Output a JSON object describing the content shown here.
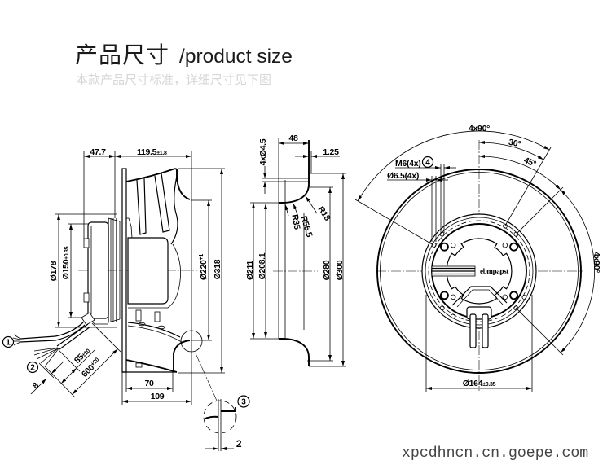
{
  "header": {
    "title_cn": "产品尺寸",
    "title_en": "/product size",
    "subtitle": "本款产品尺寸标准，详细尺寸见下图"
  },
  "side_view": {
    "length_47_7": "47.7",
    "length_119_5": {
      "value": "119.5",
      "tol": "±1.8"
    },
    "dia_178": "Ø178",
    "dia_150": {
      "value": "Ø150",
      "tol": "±0.35"
    },
    "dia_220": {
      "value": "Ø220",
      "tol": "+1"
    },
    "dia_318": "Ø318",
    "cable_strip": {
      "value": "85",
      "tol": "±10"
    },
    "cable_length": {
      "value": "600",
      "tol": "+20"
    },
    "wire_strip": "8",
    "depth_70": "70",
    "depth_109": "109",
    "callouts": [
      "1",
      "2",
      "3"
    ],
    "detail_gap": "2"
  },
  "section_view": {
    "holes": "4xØ4.5",
    "width_48": "48",
    "wall_1_25": "1.25",
    "radius_18": "R18",
    "radius_55_5": "R55.5",
    "radius_35": "R35",
    "dia_211": "Ø211",
    "dia_208_1": "Ø208.1",
    "dia_280": "Ø280",
    "dia_300": "Ø300"
  },
  "front_view": {
    "angle_top": "4x90°",
    "angle_30": "30°",
    "angle_45": "45°",
    "angle_right": "4x90°",
    "thread": "M6(4x)",
    "thread_callout": "4",
    "hole": "Ø6.5(4x)",
    "dia_164": {
      "value": "Ø164",
      "tol": "±0.35"
    },
    "logo_text": "ebmpapst"
  },
  "watermark": "xpcdhncn.cn.goepe.com",
  "colors": {
    "line": "#000000",
    "title": "#1a1a1a",
    "subtitle": "#d6d6d6",
    "watermark": "#444444",
    "background": "#ffffff"
  }
}
